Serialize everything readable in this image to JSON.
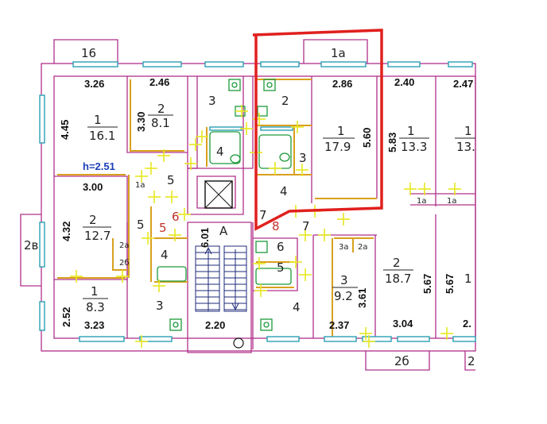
{
  "plan": {
    "height_note": "h=2.51",
    "stair_letter": "A",
    "rooms": {
      "r3_topleft": "3",
      "r2_left": "2",
      "r2_left_area": "8.1",
      "r1_topleft": "1",
      "r1_topleft_area": "16.1",
      "r4_bath_left": "4",
      "r5_hall_left": "5",
      "r1a_left": "1a",
      "r6_left": "6",
      "r5_red": "5",
      "r2_midleft": "2",
      "r2_midleft_area": "12.7",
      "r2a_left": "2a",
      "r2b_left": "2б",
      "r5_midleft": "5",
      "r4_bath_mid": "4",
      "r1_bottomleft": "1",
      "r1_bottomleft_area": "8.3",
      "r3_bottomleft": "3",
      "r2_highlight": "2",
      "r1_highlight": "1",
      "r1_highlight_area": "17.9",
      "r3_highlight": "3",
      "r4_highlight": "4",
      "r7_center": "7",
      "r8_center": "8",
      "r7_right": "7",
      "r6_right": "6",
      "r5_right": "5",
      "r4_right": "4",
      "r1_right": "1",
      "r1_right_area": "13.3",
      "r1_farright": "1",
      "r1_farright_area": "13.",
      "r1a_right1": "1a",
      "r1a_right2": "1a",
      "r3a": "3a",
      "r2a_right": "2a",
      "r2_right": "2",
      "r2_right_area": "18.7",
      "r3_right": "3",
      "r3_right_area": "9.2",
      "r_cut_right": "1"
    },
    "balconies": {
      "b16": "16",
      "b1a": "1a",
      "b2v": "2в",
      "b2b": "2б",
      "b2_right": "2"
    },
    "dims": {
      "d326": "3.26",
      "d246": "2.46",
      "d286": "2.86",
      "d240": "2.40",
      "d247": "2.47",
      "d445": "4.45",
      "d330": "3.30",
      "d560": "5.60",
      "d583": "5.83",
      "d300": "3.00",
      "d432": "4.32",
      "d601": "6.01",
      "d567a": "5.67",
      "d567b": "5.67",
      "d361": "3.61",
      "d252": "2.52",
      "d323": "3.23",
      "d220": "2.20",
      "d237": "2.37",
      "d304": "3.04",
      "d2cut": "2."
    },
    "colors": {
      "walls": "#b0308a",
      "partitions": "#d9a01e",
      "windows": "#2a9fb5",
      "fixtures": "#1d9a3a",
      "highlight": "#e0201e",
      "height_note": "#1a3fb5",
      "red_labels": "#c0302a"
    },
    "icons": [
      "toilet-icon",
      "bathtub-icon",
      "sink-icon",
      "elevator-icon",
      "stair-arrow-icon",
      "highlight-outline-icon"
    ]
  }
}
